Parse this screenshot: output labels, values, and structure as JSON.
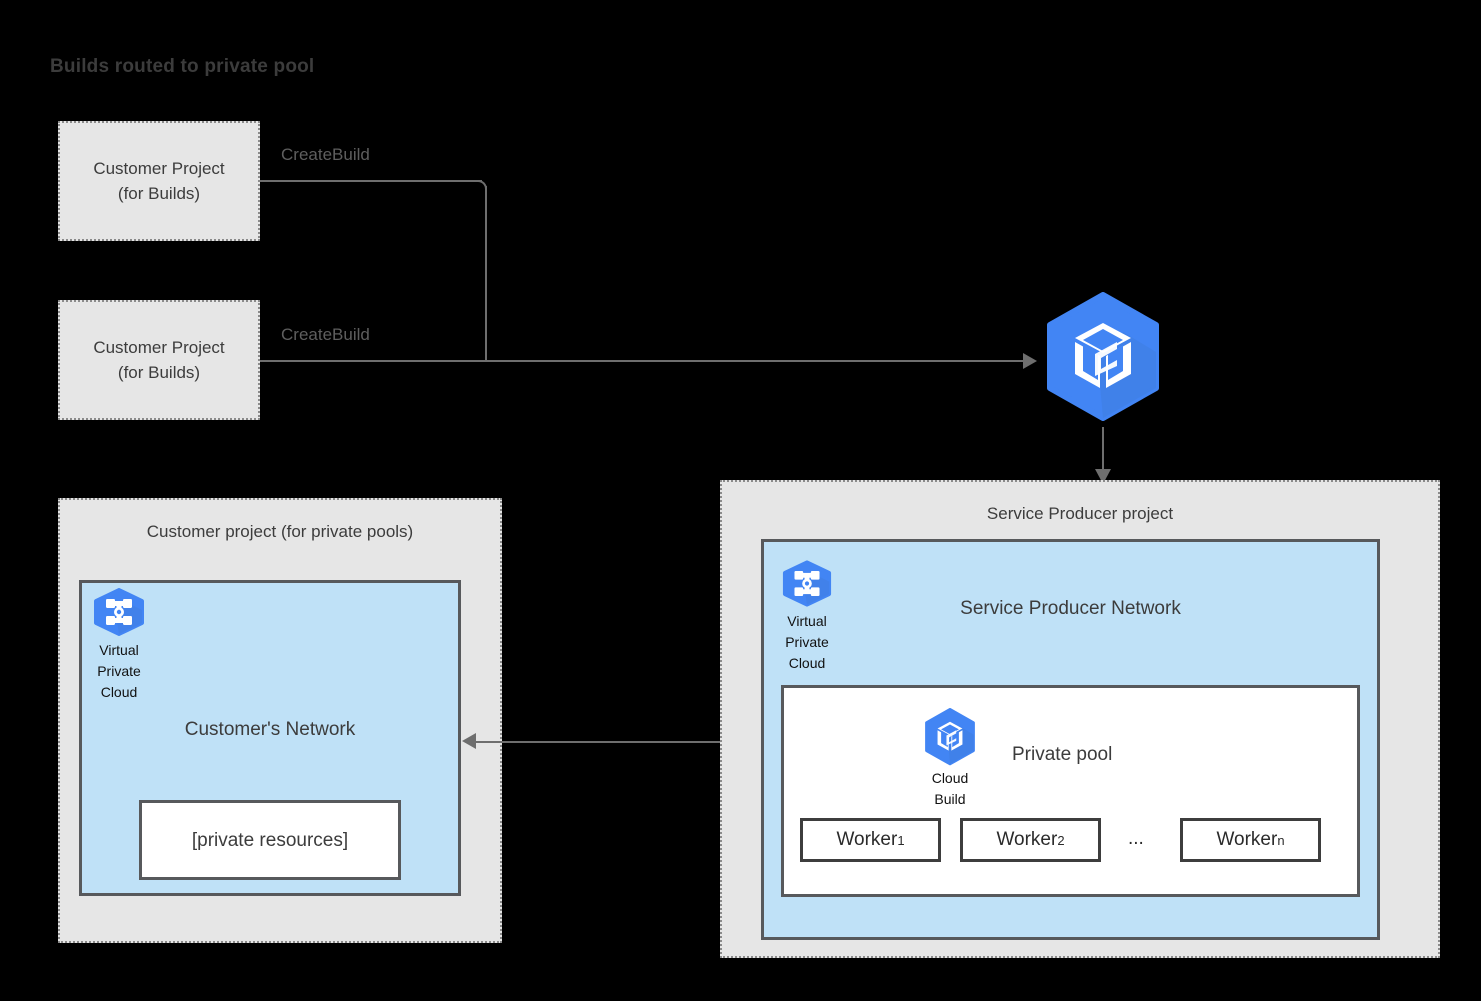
{
  "title": "Builds routed to private pool",
  "colors": {
    "background": "#000000",
    "project_fill": "#e6e6e6",
    "project_border": "#8a8a8a",
    "network_fill": "#bfe1f7",
    "network_border": "#57595c",
    "gcp_blue": "#4285f4",
    "line": "#6e6e6e",
    "text": "#3c3c3c"
  },
  "customer_build_projects": [
    {
      "line1": "Customer Project",
      "line2": "(for Builds)",
      "edge_label": "CreateBuild"
    },
    {
      "line1": "Customer Project",
      "line2": "(for Builds)",
      "edge_label": "CreateBuild"
    }
  ],
  "cloud_build_service": {
    "icon": "cloud-build-icon"
  },
  "customer_private_pool_project": {
    "title": "Customer project (for private pools)",
    "vpc": {
      "icon": "virtual-private-cloud-icon",
      "caption_line1": "Virtual",
      "caption_line2": "Private",
      "caption_line3": "Cloud"
    },
    "network_label": "Customer's Network",
    "private_resources_label": "[private resources]"
  },
  "service_producer_project": {
    "title": "Service Producer project",
    "vpc": {
      "icon": "virtual-private-cloud-icon",
      "caption_line1": "Virtual",
      "caption_line2": "Private",
      "caption_line3": "Cloud"
    },
    "network_label": "Service Producer Network",
    "private_pool": {
      "label": "Private pool",
      "icon": "cloud-build-icon",
      "icon_caption_line1": "Cloud",
      "icon_caption_line2": "Build",
      "workers": [
        {
          "name": "Worker",
          "subscript": "1"
        },
        {
          "name": "Worker",
          "subscript": "2"
        },
        {
          "name": "Worker",
          "subscript": "n"
        }
      ],
      "ellipsis": "..."
    }
  },
  "connections": {
    "peering_arrow": "bidirectional",
    "service_arrow": "downward"
  }
}
